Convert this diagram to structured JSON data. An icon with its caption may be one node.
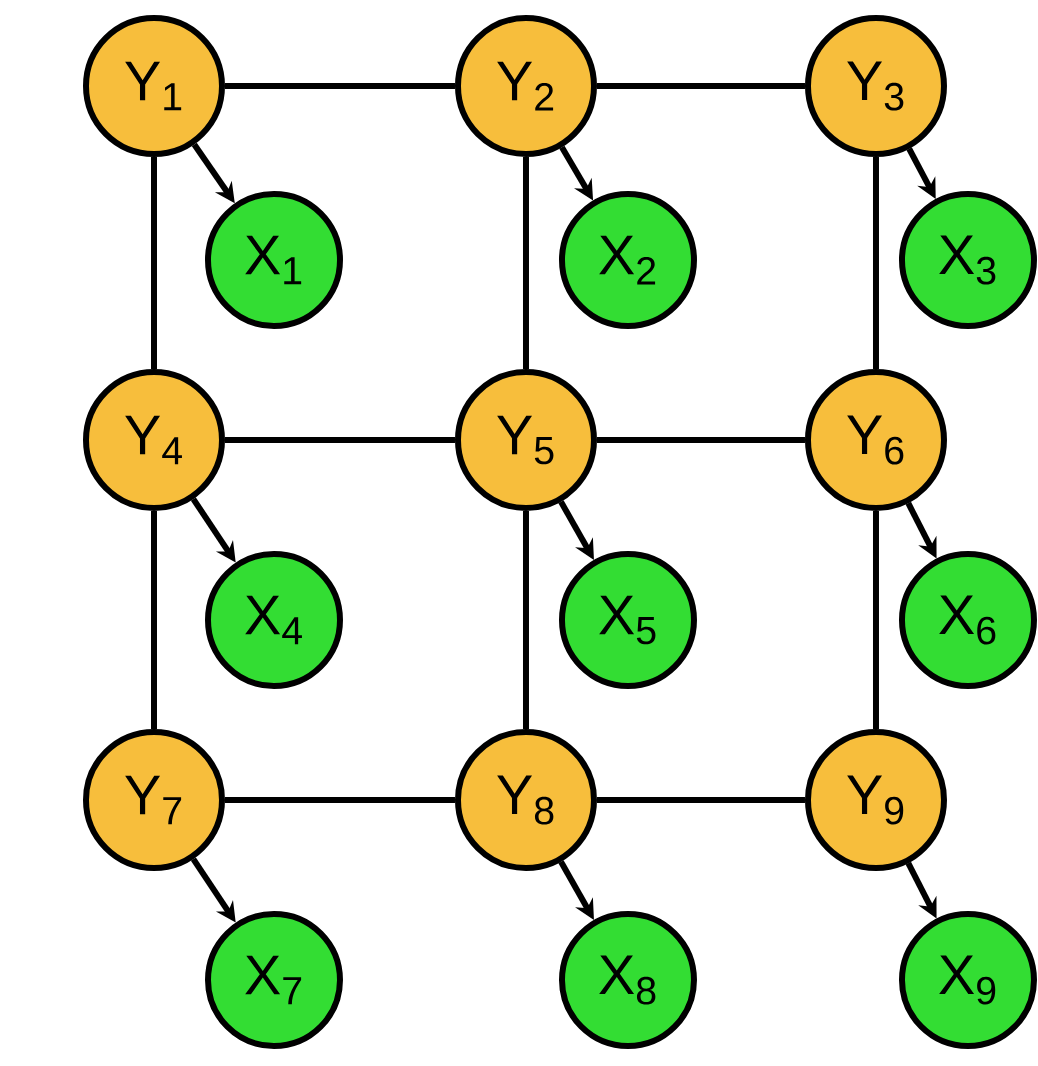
{
  "diagram": {
    "nodes": [
      {
        "text": [
          "Y$_{1}$"
        ]
      },
      {
        "text": [
          "Y$_{2}$"
        ]
      },
      {
        "text": [
          "Y$_{3}$"
        ]
      },
      {
        "text": [
          "X$_{1}$"
        ]
      },
      {
        "text": [
          "X$_{2}$"
        ]
      },
      {
        "text": [
          "X$_{3}$"
        ]
      },
      {
        "text": [
          "Y$_{4}$"
        ]
      },
      {
        "text": [
          "Y$_{5}$"
        ]
      },
      {
        "text": [
          "Y$_{6}$"
        ]
      },
      {
        "text": [
          "X$_{4}$"
        ]
      },
      {
        "text": [
          "X$_{5}$"
        ]
      },
      {
        "text": [
          "X$_{6}$"
        ]
      },
      {
        "text": [
          "Y$_{7}$"
        ]
      },
      {
        "text": [
          "Y$_{8}$"
        ]
      },
      {
        "text": [
          "Y$_{9}$"
        ]
      },
      {
        "text": [
          "X$_{7}$"
        ]
      },
      {
        "text": [
          "X$_{8}$"
        ]
      },
      {
        "text": [
          "X$_{9}$"
        ]
      }
    ],
    "edges": [
      {
        "from": 0,
        "to": 1,
        "arrow": "none"
      },
      {
        "from": 1,
        "to": 2,
        "arrow": "none"
      },
      {
        "from": 6,
        "to": 7,
        "arrow": "none"
      },
      {
        "from": 7,
        "to": 8,
        "arrow": "none"
      },
      {
        "from": 12,
        "to": 13,
        "arrow": "none"
      },
      {
        "from": 13,
        "to": 14,
        "arrow": "none"
      },
      {
        "from": 0,
        "to": 6,
        "arrow": "none"
      },
      {
        "from": 6,
        "to": 12,
        "arrow": "none"
      },
      {
        "from": 1,
        "to": 7,
        "arrow": "none"
      },
      {
        "from": 7,
        "to": 13,
        "arrow": "none"
      },
      {
        "from": 2,
        "to": 8,
        "arrow": "none"
      },
      {
        "from": 8,
        "to": 14,
        "arrow": "none"
      },
      {
        "from": 0,
        "to": 3,
        "arrow": "to"
      },
      {
        "from": 1,
        "to": 4,
        "arrow": "to"
      },
      {
        "from": 2,
        "to": 5,
        "arrow": "to"
      },
      {
        "from": 6,
        "to": 9,
        "arrow": "to"
      },
      {
        "from": 7,
        "to": 10,
        "arrow": "to"
      },
      {
        "from": 8,
        "to": 11,
        "arrow": "to"
      },
      {
        "from": 12,
        "to": 15,
        "arrow": "to"
      },
      {
        "from": 13,
        "to": 16,
        "arrow": "to"
      },
      {
        "from": 14,
        "to": 17,
        "arrow": "to"
      }
    ]
  }
}
